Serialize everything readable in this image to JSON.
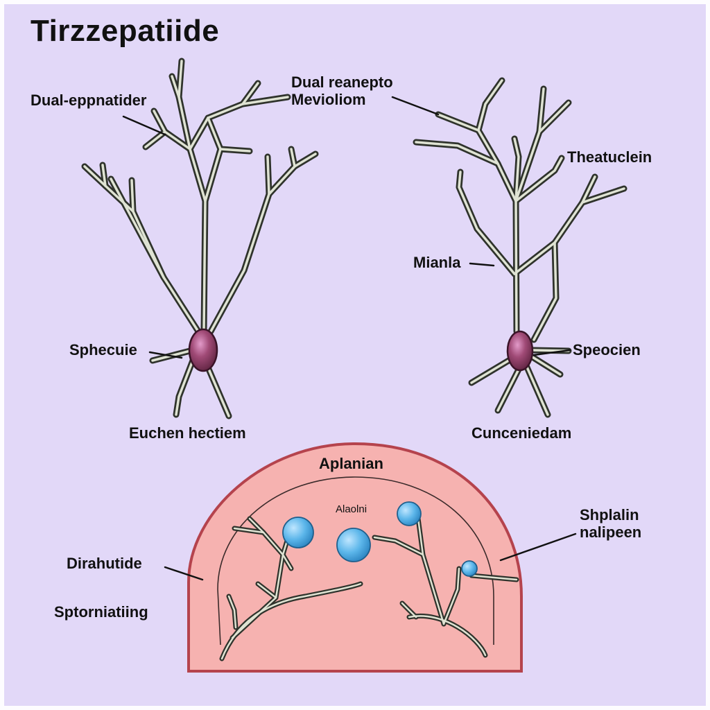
{
  "title": "Tirzzepatiide",
  "labels": {
    "dual_eppnatider": "Dual-eppnatider",
    "dual_reanepto_line1": "Dual reanepto",
    "dual_reanepto_line2": "Mevioliom",
    "theatuclein": "Theatuclein",
    "mianla": "Mianla",
    "sphecuie": "Sphecuie",
    "speocien": "Speocien",
    "euchen_hectiem": "Euchen hectiem",
    "cunceniedam": "Cunceniedam",
    "aplanian": "Aplanian",
    "alaolni": "Alaolni",
    "shplalin_line1": "Shplalin",
    "shplalin_line2": "nalipeen",
    "dirahutide": "Dirahutide",
    "sptorniating": "Sptorniatiing"
  },
  "colors": {
    "background": "#e2d8f8",
    "neuron_stroke": "#2f332c",
    "neuron_fill": "#dfe3d3",
    "soma": "#8c3e62",
    "soma_highlight": "#e29ac9",
    "organ_fill": "#f6b2b0",
    "organ_stroke": "#b5434d",
    "granule": "#5cb6ea",
    "granule_stroke": "#1f5f8c"
  }
}
